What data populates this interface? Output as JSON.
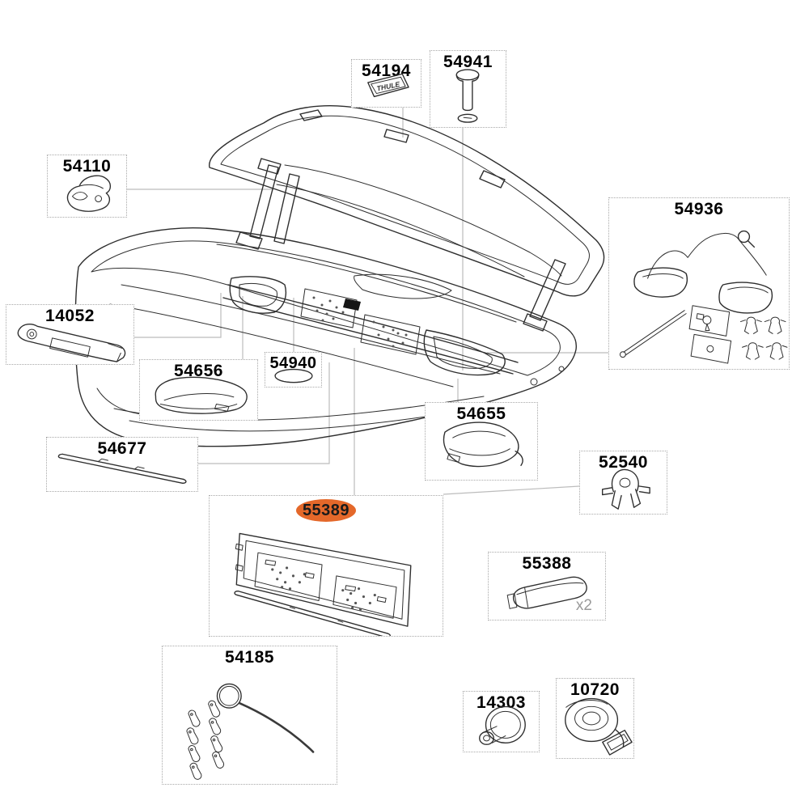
{
  "diagram": {
    "highlight_color": "#e4682a",
    "line_color": "#2e2e2e",
    "leader_line_color": "#bcbcbc",
    "parts": [
      {
        "number": "54194",
        "highlighted": false,
        "badge_text": "THULE"
      },
      {
        "number": "54941",
        "highlighted": false
      },
      {
        "number": "54110",
        "highlighted": false
      },
      {
        "number": "54936",
        "highlighted": false
      },
      {
        "number": "14052",
        "highlighted": false
      },
      {
        "number": "54656",
        "highlighted": false
      },
      {
        "number": "54940",
        "highlighted": false
      },
      {
        "number": "54677",
        "highlighted": false
      },
      {
        "number": "54655",
        "highlighted": false
      },
      {
        "number": "52540",
        "highlighted": false
      },
      {
        "number": "55389",
        "highlighted": true
      },
      {
        "number": "55388",
        "highlighted": false,
        "quantity": "x2"
      },
      {
        "number": "54185",
        "highlighted": false
      },
      {
        "number": "14303",
        "highlighted": false
      },
      {
        "number": "10720",
        "highlighted": false
      }
    ]
  }
}
